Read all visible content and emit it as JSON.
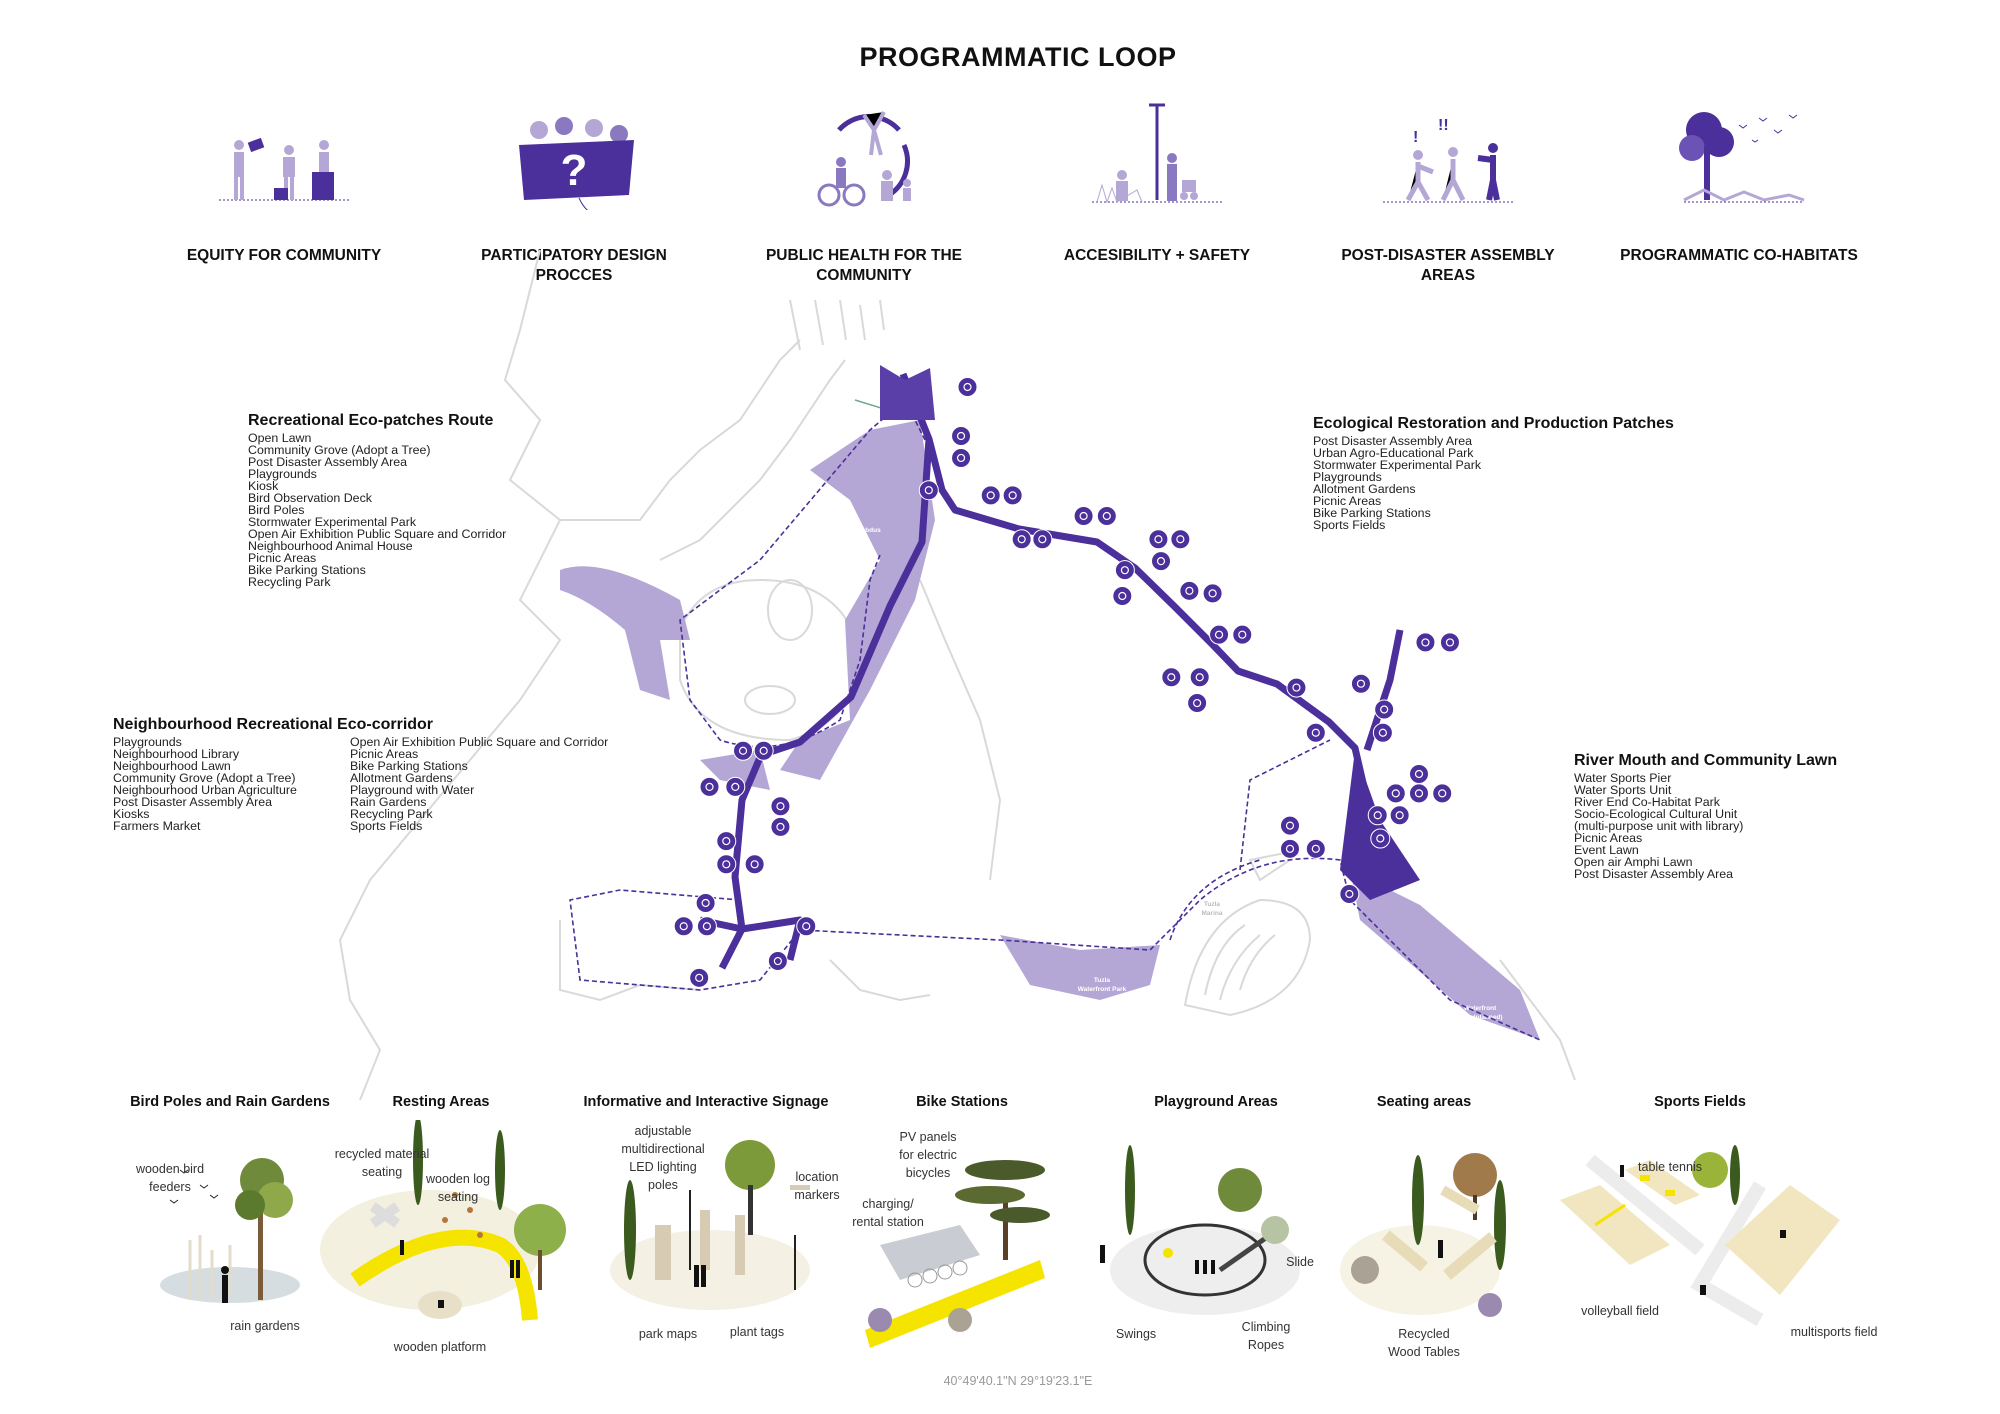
{
  "title": "PROGRAMMATIC LOOP",
  "colors": {
    "accent_dark": "#4b2f9a",
    "accent_light": "#b4a7d6",
    "coast": "#d6d6d6",
    "path_yellow": "#f5e400"
  },
  "themes": [
    {
      "label": "EQUITY FOR COMMUNITY",
      "icon": "people-boxes-icon"
    },
    {
      "label": "PARTICIPATORY DESIGN PROCCES",
      "icon": "question-board-icon"
    },
    {
      "label": "PUBLIC HEALTH FOR THE COMMUNITY",
      "icon": "active-people-icon"
    },
    {
      "label": "ACCESIBILITY + SAFETY",
      "icon": "lamp-post-people-icon"
    },
    {
      "label": "POST-DISASTER ASSEMBLY AREAS",
      "icon": "alert-people-icon"
    },
    {
      "label": "PROGRAMMATIC CO-HABITATS",
      "icon": "tree-birds-icon"
    }
  ],
  "zones": {
    "recreational": {
      "title": "Recreational Eco-patches Route",
      "items": [
        "Open Lawn",
        "Community Grove (Adopt a Tree)",
        "Post Disaster Assembly Area",
        "Playgrounds",
        "Kiosk",
        "Bird Observation Deck",
        "Bird Poles",
        "Stormwater Experimental Park",
        "Open Air Exhibition Public Square and Corridor",
        "Neighbourhood Animal House",
        "Picnic Areas",
        "Bike Parking Stations",
        "Recycling Park"
      ]
    },
    "ecological": {
      "title": "Ecological Restoration and Production Patches",
      "items": [
        "Post Disaster Assembly Area",
        "Urban Agro-Educational Park",
        "Stormwater Experimental Park",
        "Playgrounds",
        "Allotment Gardens",
        "Picnic Areas",
        "Bike Parking Stations",
        "Sports Fields"
      ]
    },
    "neighbourhood": {
      "title": "Neighbourhood Recreational Eco-corridor",
      "items_col1": [
        "Playgrounds",
        "Neighbourhood Library",
        "Neighbourhood Lawn",
        "Community Grove (Adopt a Tree)",
        "Neighbourhood Urban Agriculture",
        "Post Disaster Assembly Area",
        "Kiosks",
        "Farmers Market"
      ],
      "items_col2": [
        "Open Air Exhibition Public Square and Corridor",
        "Picnic Areas",
        "Bike Parking Stations",
        "Allotment Gardens",
        "Playground with Water",
        "Rain Gardens",
        "Recycling Park",
        "Sports Fields"
      ]
    },
    "river_mouth": {
      "title": "River Mouth and Community Lawn",
      "items": [
        "Water Sports Pier",
        "Water Sports Unit",
        "River End Co-Habitat Park",
        "Socio-Ecological Cultural Unit",
        "(multi-purpose unit with library)",
        "Picnic Areas",
        "Event Lawn",
        "Open air Amphi Lawn",
        "Post Disaster Assembly Area"
      ]
    }
  },
  "map_labels": {
    "lake_park": [
      "Tuzla Kamil Abdus",
      "Lake Park"
    ],
    "waterfront_park": [
      "Tuzla",
      "Waterfront Park"
    ],
    "marina": [
      "Tuzla",
      "Marina"
    ],
    "planned_park": [
      "Waterfront",
      "Park (planned)"
    ]
  },
  "elements": [
    {
      "title": "Bird Poles and Rain Gardens",
      "annotations": [
        "wooden bird",
        "feeders",
        "rain gardens"
      ]
    },
    {
      "title": "Resting Areas",
      "annotations": [
        "recycled material",
        "seating",
        "wooden log",
        "seating",
        "wooden platform"
      ]
    },
    {
      "title": "Informative and Interactive Signage",
      "annotations": [
        "adjustable",
        "multidirectional",
        "LED lighting",
        "poles",
        "location",
        "markers",
        "park maps",
        "plant tags"
      ]
    },
    {
      "title": "Bike Stations",
      "annotations": [
        "PV panels",
        "for electric",
        "bicycles",
        "charging/",
        "rental station"
      ]
    },
    {
      "title": "Playground Areas",
      "annotations": [
        "Slide",
        "Swings",
        "Climbing",
        "Ropes"
      ]
    },
    {
      "title": "Seating areas",
      "annotations": [
        "Recycled",
        "Wood Tables"
      ]
    },
    {
      "title": "Sports Fields",
      "annotations": [
        "table tennis",
        "volleyball field",
        "multisports field"
      ]
    }
  ],
  "coordinates": "40°49'40.1\"N 29°19'23.1\"E"
}
